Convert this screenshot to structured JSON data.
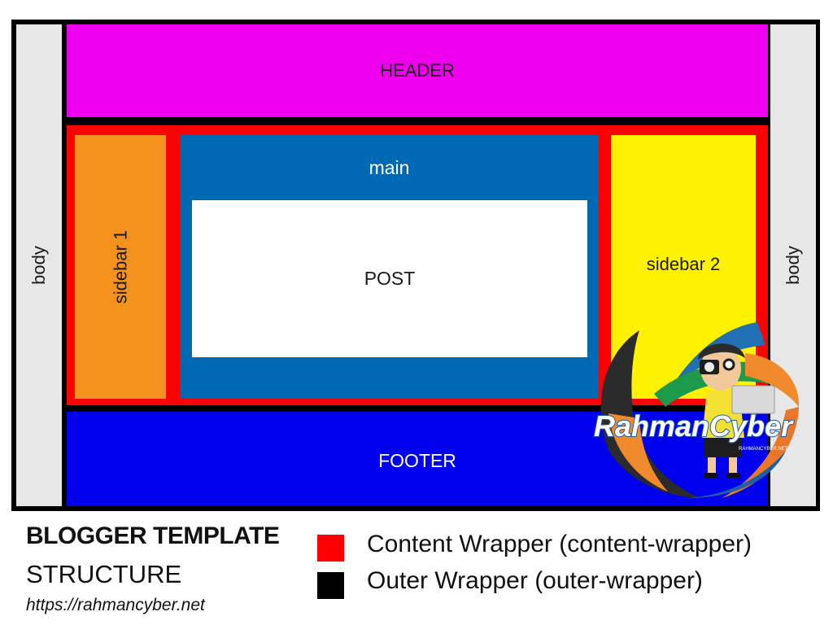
{
  "diagram": {
    "body_left": "body",
    "body_right": "body",
    "header": "HEADER",
    "sidebar1": "sidebar 1",
    "main": "main",
    "post": "POST",
    "sidebar2": "sidebar 2",
    "footer": "FOOTER"
  },
  "legend": {
    "title": "BLOGGER TEMPLATE",
    "subtitle": "STRUCTURE",
    "url": "https://rahmancyber.net",
    "items": [
      {
        "label": "Content Wrapper (content-wrapper)",
        "color": "#ff0000"
      },
      {
        "label": "Outer Wrapper (outer-wrapper)",
        "color": "#000000"
      }
    ]
  },
  "logo": {
    "text": "RahmanCyber",
    "small_text": "RAHMANCYBER.NET",
    "icon": "cartoon-photographer-logo"
  },
  "colors": {
    "header": "#ee00ee",
    "content_wrapper": "#ff0000",
    "outer_wrapper": "#000000",
    "sidebar1": "#f5921e",
    "main": "#0069b4",
    "post": "#ffffff",
    "sidebar2": "#fff200",
    "footer": "#0000ee",
    "body": "#e7e7e7"
  }
}
